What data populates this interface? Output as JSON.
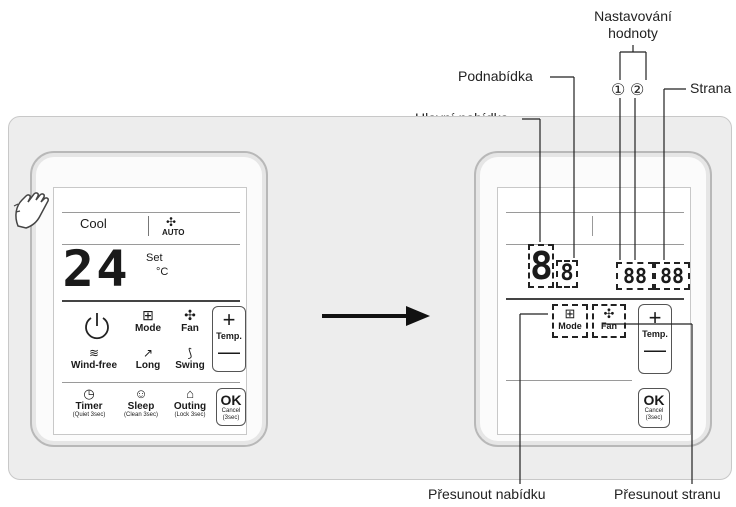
{
  "callouts": {
    "nastavovani": "Nastavování\nhodnoty",
    "value_1": "①",
    "value_2": "②",
    "podnabidka": "Podnabídka",
    "strana": "Strana",
    "hlavni": "Hlavní nabídka",
    "presunout_nabidku": "Přesunout nabídku",
    "presunout_stranu": "Přesunout stranu"
  },
  "left_remote": {
    "mode_text": "Cool",
    "fan_sub": "AUTO",
    "temp_digits": "24",
    "set_label": "Set",
    "unit": "°C",
    "buttons": {
      "power": "",
      "mode": "Mode",
      "fan": "Fan",
      "temp": "Temp.",
      "wind_free": "Wind-free",
      "long": "Long",
      "swing": "Swing",
      "timer": "Timer",
      "timer_sub": "(Quiet 3sec)",
      "sleep": "Sleep",
      "sleep_sub": "(Clean 3sec)",
      "outing": "Outing",
      "outing_sub": "(Lock 3sec)",
      "ok": "OK",
      "ok_sub": "Cancel\n(3sec)"
    }
  },
  "right_remote": {
    "main_digit": "8",
    "sub_digit": "8",
    "value_digits": "88",
    "page_digits": "88",
    "mode": "Mode",
    "fan": "Fan",
    "temp": "Temp.",
    "ok": "OK",
    "ok_sub": "Cancel\n(3sec)"
  },
  "colors": {
    "ink": "#222222",
    "strip": "#ededed",
    "remote_border": "#b8b8b8"
  }
}
